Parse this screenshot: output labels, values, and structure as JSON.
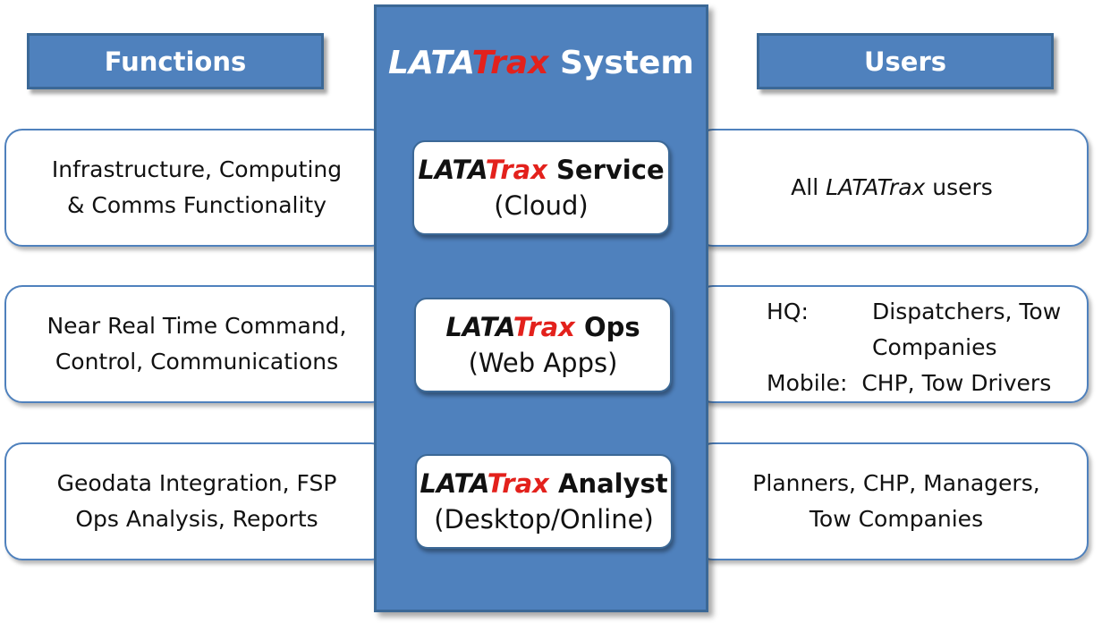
{
  "headers": {
    "functions": "Functions",
    "users": "Users"
  },
  "system": {
    "brand_a": "LATA",
    "brand_b": "Trax",
    "title_suffix": " System"
  },
  "tiers": [
    {
      "name": "Service",
      "sub": "(Cloud)",
      "function_lines": [
        "Infrastructure, Computing",
        "& Comms Functionality"
      ],
      "users": {
        "prefix": "All ",
        "brand": "LATATrax",
        "suffix": " users"
      }
    },
    {
      "name": "Ops",
      "sub": "(Web Apps)",
      "function_lines": [
        "Near Real Time Command,",
        "Control, Communications"
      ],
      "users": {
        "hq_label": "HQ:",
        "hq_line1": "Dispatchers, Tow",
        "hq_line2": "Companies",
        "mobile_label": "Mobile:",
        "mobile_value": "CHP, Tow Drivers"
      }
    },
    {
      "name": "Analyst",
      "sub": "(Desktop/Online)",
      "function_lines": [
        "Geodata Integration,  FSP",
        "Ops Analysis, Reports"
      ],
      "user_lines": [
        "Planners, CHP, Managers,",
        "Tow Companies"
      ]
    }
  ],
  "colors": {
    "primary": "#4f81bd",
    "border": "#3b6896",
    "accent_red": "#e3211c",
    "white": "#ffffff"
  }
}
